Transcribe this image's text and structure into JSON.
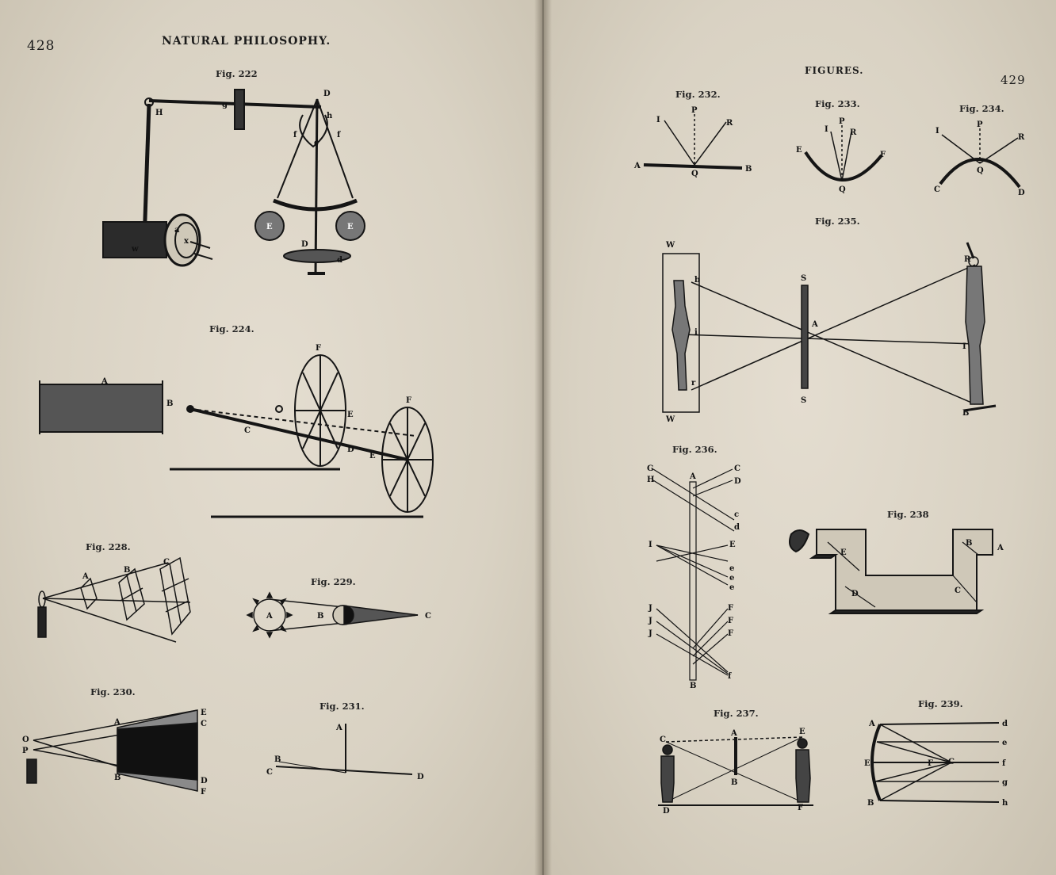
{
  "left_page": {
    "page_number": "428",
    "running_head": "NATURAL PHILOSOPHY.",
    "figures": {
      "fig222": {
        "caption": "Fig. 222",
        "labels": [
          "H",
          "g",
          "h",
          "f",
          "f",
          "c",
          "E",
          "E",
          "D",
          "d",
          "a",
          "w",
          "x",
          "D"
        ]
      },
      "fig224": {
        "caption": "Fig. 224.",
        "labels": [
          "A",
          "B",
          "C",
          "F",
          "E",
          "D",
          "E",
          "F"
        ]
      },
      "fig228": {
        "caption": "Fig. 228.",
        "labels": [
          "A",
          "B",
          "C"
        ]
      },
      "fig229": {
        "caption": "Fig. 229.",
        "labels": [
          "A",
          "B",
          "C"
        ]
      },
      "fig230": {
        "caption": "Fig. 230.",
        "labels": [
          "O",
          "P",
          "A",
          "B",
          "E",
          "C",
          "D",
          "F"
        ]
      },
      "fig231": {
        "caption": "Fig. 231.",
        "labels": [
          "A",
          "B",
          "C",
          "D"
        ]
      }
    }
  },
  "right_page": {
    "page_number": "429",
    "running_head": "FIGURES.",
    "figures": {
      "fig232": {
        "caption": "Fig. 232.",
        "labels": [
          "I",
          "P",
          "R",
          "A",
          "Q",
          "B"
        ]
      },
      "fig233": {
        "caption": "Fig. 233.",
        "labels": [
          "I",
          "P",
          "R",
          "E",
          "F",
          "Q"
        ]
      },
      "fig234": {
        "caption": "Fig. 234.",
        "labels": [
          "I",
          "P",
          "R",
          "Q",
          "C",
          "D"
        ]
      },
      "fig235": {
        "caption": "Fig. 235.",
        "labels": [
          "W",
          "b",
          "i",
          "r",
          "W",
          "S",
          "A",
          "S",
          "R",
          "I",
          "B"
        ]
      },
      "fig236": {
        "caption": "Fig. 236.",
        "labels": [
          "G",
          "H",
          "A",
          "C",
          "D",
          "c",
          "d",
          "I",
          "E",
          "e",
          "e",
          "e",
          "J",
          "J",
          "J",
          "F",
          "F",
          "F",
          "B",
          "f"
        ]
      },
      "fig237": {
        "caption": "Fig. 237.",
        "labels": [
          "C",
          "A",
          "E",
          "B",
          "D",
          "F"
        ]
      },
      "fig238": {
        "caption": "Fig. 238",
        "labels": [
          "E",
          "B",
          "A",
          "D",
          "C"
        ]
      },
      "fig239": {
        "caption": "Fig. 239.",
        "labels": [
          "A",
          "E",
          "F",
          "C",
          "B",
          "d",
          "e",
          "f",
          "g",
          "h"
        ]
      }
    }
  },
  "colors": {
    "paper": "#ddd6c8",
    "ink": "#151515",
    "gutter": "#3a3226"
  }
}
